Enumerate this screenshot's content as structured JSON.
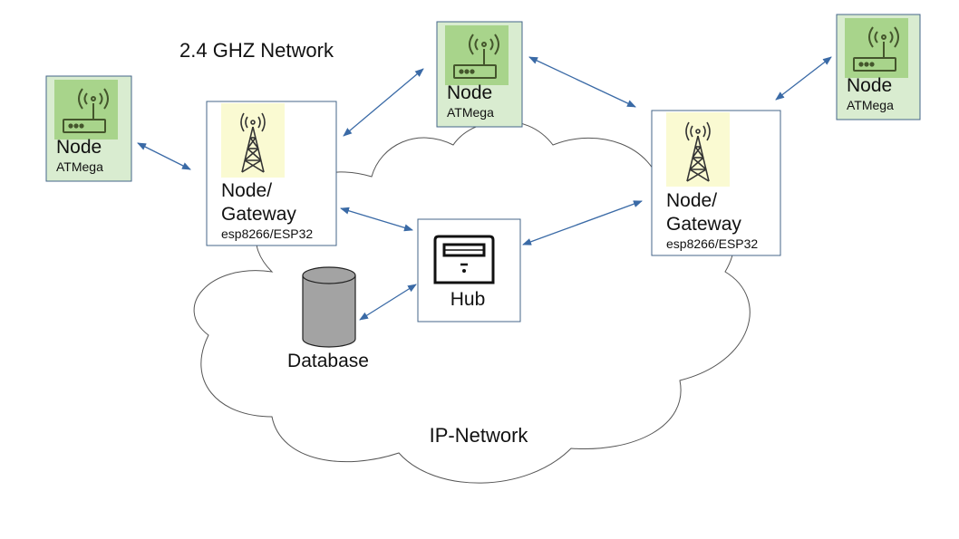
{
  "diagram": {
    "wifi_label": "2.4 GHZ Network",
    "ip_label": "IP-Network",
    "nodes": [
      {
        "title": "Node",
        "subtitle": "ATMega"
      },
      {
        "title": "Node",
        "subtitle": "ATMega"
      },
      {
        "title": "Node",
        "subtitle": "ATMega"
      }
    ],
    "gateways": [
      {
        "title_line1": "Node/",
        "title_line2": "Gateway",
        "subtitle": "esp8266/ESP32"
      },
      {
        "title_line1": "Node/",
        "title_line2": "Gateway",
        "subtitle": "esp8266/ESP32"
      }
    ],
    "hub": {
      "label": "Hub"
    },
    "database": {
      "label": "Database"
    },
    "colors": {
      "node_fill": "#d9ecd0",
      "node_icon_bg": "#a8d48b",
      "icon_stroke": "#44552c",
      "gateway_icon_bg": "#fafad2",
      "box_border": "#44668a",
      "arrow": "#3a6aa6",
      "cloud_stroke": "#555555",
      "db_fill": "#a3a3a3"
    }
  }
}
